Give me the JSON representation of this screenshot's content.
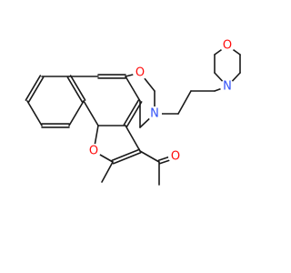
{
  "molecule": {
    "atoms": [
      {
        "id": "a1",
        "symbol": "O",
        "color": "#ff0d0d"
      },
      {
        "id": "a2",
        "symbol": "O",
        "color": "#ff0d0d"
      },
      {
        "id": "a3",
        "symbol": "N",
        "color": "#3050f8"
      },
      {
        "id": "a4",
        "symbol": "N",
        "color": "#3050f8"
      },
      {
        "id": "a5",
        "symbol": "O",
        "color": "#ff0d0d"
      },
      {
        "id": "a6",
        "symbol": "O",
        "color": "#ff0d0d"
      }
    ],
    "bond_color": "#1a1a1a"
  }
}
